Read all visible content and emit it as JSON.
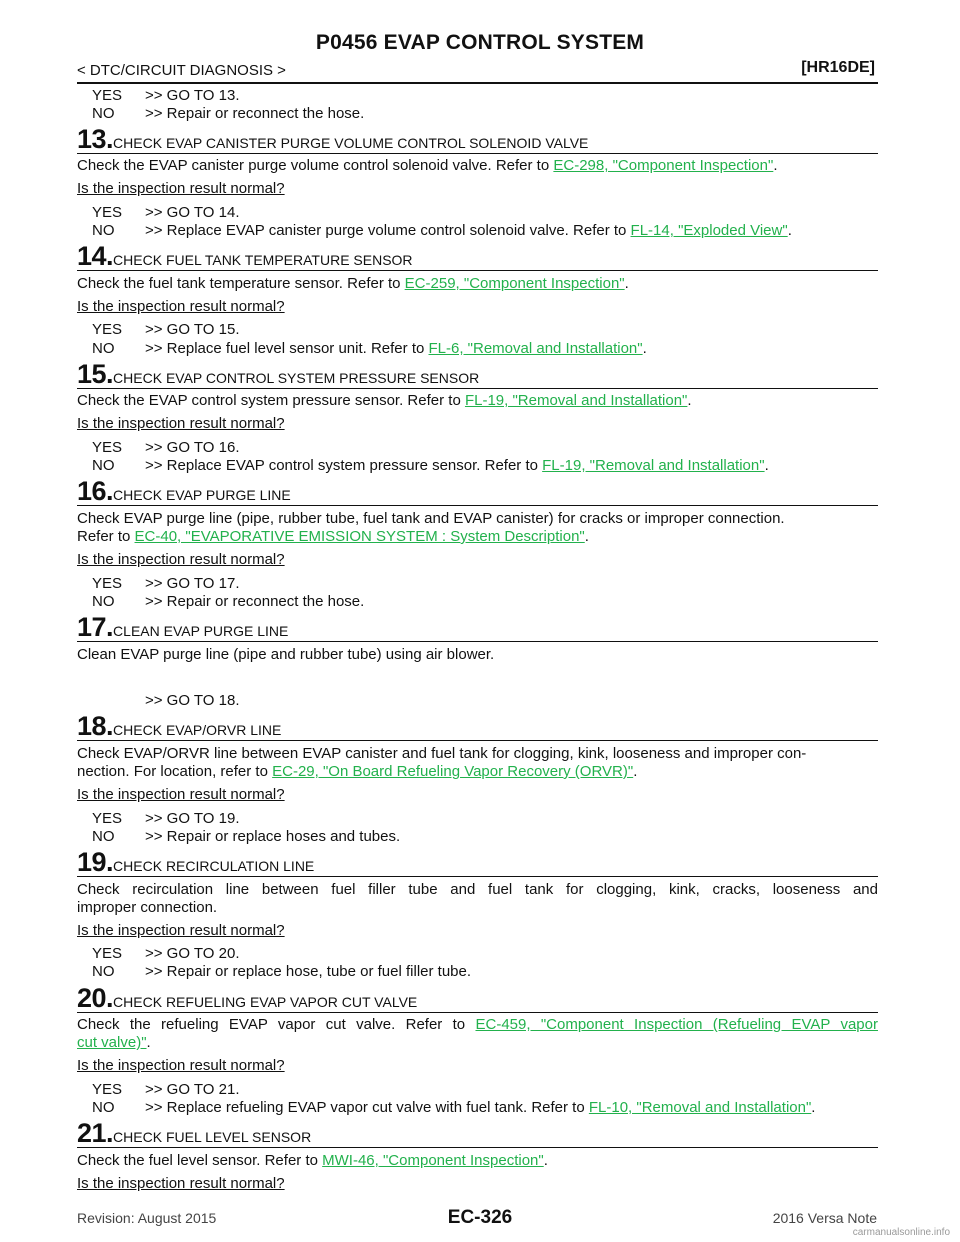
{
  "header": {
    "title": "P0456 EVAP CONTROL SYSTEM",
    "breadcrumb": "< DTC/CIRCUIT DIAGNOSIS >",
    "engine": "[HR16DE]"
  },
  "labels": {
    "yes": "YES",
    "no": "NO",
    "question": "Is the inspection result normal?"
  },
  "prev": {
    "yes": ">> GO TO 13.",
    "no": ">> Repair or reconnect the hose."
  },
  "steps": {
    "s13": {
      "num": "13.",
      "title": "CHECK EVAP CANISTER PURGE VOLUME CONTROL SOLENOID VALVE",
      "body": "Check the EVAP canister purge volume control solenoid valve. Refer to ",
      "link": "EC-298, \"Component Inspection\"",
      "yes": ">> GO TO 14.",
      "no": ">> Replace EVAP canister purge volume control solenoid valve. Refer to ",
      "no_link": "FL-14, \"Exploded View\""
    },
    "s14": {
      "num": "14.",
      "title": "CHECK FUEL TANK TEMPERATURE SENSOR",
      "body": "Check the fuel tank temperature sensor. Refer to ",
      "link": "EC-259, \"Component Inspection\"",
      "yes": ">> GO TO 15.",
      "no": ">> Replace fuel level sensor unit. Refer to ",
      "no_link": "FL-6, \"Removal and Installation\""
    },
    "s15": {
      "num": "15.",
      "title": "CHECK EVAP CONTROL SYSTEM PRESSURE SENSOR",
      "body": "Check the EVAP control system pressure sensor. Refer to ",
      "link": "FL-19, \"Removal and Installation\"",
      "yes": ">> GO TO 16.",
      "no": ">> Replace EVAP control system pressure sensor. Refer to ",
      "no_link": "FL-19, \"Removal and Installation\""
    },
    "s16": {
      "num": "16.",
      "title": "CHECK EVAP PURGE LINE",
      "body1": "Check EVAP purge line (pipe, rubber tube, fuel tank and EVAP canister) for cracks or improper connection.",
      "body2": "Refer to ",
      "link": "EC-40, \"EVAPORATIVE EMISSION SYSTEM : System Description\"",
      "yes": ">> GO TO 17.",
      "no": ">> Repair or reconnect the hose."
    },
    "s17": {
      "num": "17.",
      "title": "CLEAN EVAP PURGE LINE",
      "body": "Clean EVAP purge line (pipe and rubber tube) using air blower.",
      "goto": ">> GO TO 18."
    },
    "s18": {
      "num": "18.",
      "title": "CHECK EVAP/ORVR LINE",
      "body1": "Check EVAP/ORVR line between EVAP canister and fuel tank for clogging, kink, looseness and improper con-",
      "body2": "nection. For location, refer to ",
      "link": "EC-29, \"On Board Refueling Vapor Recovery (ORVR)\"",
      "yes": ">> GO TO 19.",
      "no": ">> Repair or replace hoses and tubes."
    },
    "s19": {
      "num": "19.",
      "title": "CHECK RECIRCULATION LINE",
      "body1": "Check recirculation line between fuel filler tube and fuel tank for clogging, kink, cracks, looseness and",
      "body2": "improper connection.",
      "yes": ">> GO TO 20.",
      "no": ">> Repair or replace hose, tube or fuel filler tube."
    },
    "s20": {
      "num": "20.",
      "title": "CHECK REFUELING EVAP VAPOR CUT VALVE",
      "body": "Check the refueling EVAP vapor cut valve. Refer to ",
      "link1": "EC-459, \"Component Inspection (Refueling EVAP vapor",
      "link2": "cut valve)\"",
      "yes": ">> GO TO 21.",
      "no": ">> Replace refueling EVAP vapor cut valve with fuel tank. Refer to ",
      "no_link": "FL-10, \"Removal and Installation\""
    },
    "s21": {
      "num": "21.",
      "title": "CHECK FUEL LEVEL SENSOR",
      "body": "Check the fuel level sensor. Refer to ",
      "link": "MWI-46, \"Component Inspection\""
    }
  },
  "footer": {
    "revision": "Revision: August 2015",
    "page": "EC-326",
    "model": "2016 Versa Note",
    "watermark": "carmanualsonline.info"
  }
}
